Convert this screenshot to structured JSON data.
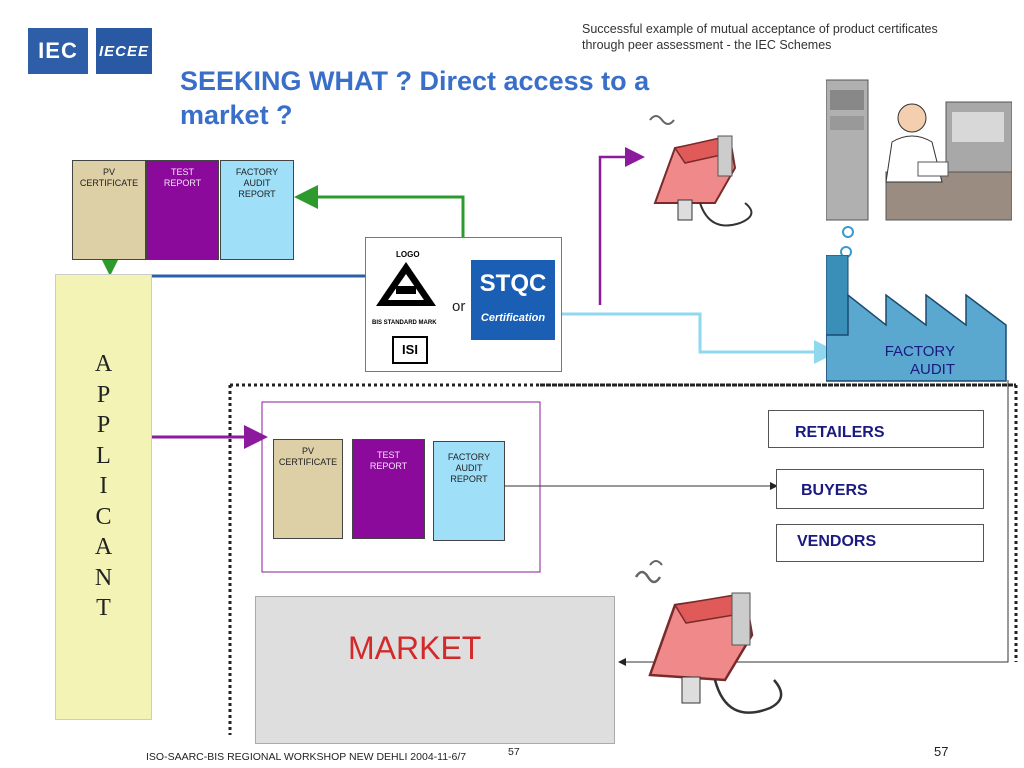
{
  "header": {
    "logo_iec": "IEC",
    "logo_iecee": "IECEE",
    "note_line1": "Successful example of mutual acceptance of product certificates",
    "note_line2": "through peer assessment  - the IEC Schemes",
    "title_line1": "SEEKING WHAT ? Direct access to a",
    "title_line2": "market ?"
  },
  "top_docs": {
    "pv_line1": "PV",
    "pv_line2": "CERTIFICATE",
    "test_line1": "TEST",
    "test_line2": "REPORT",
    "audit_line1": "FACTORY",
    "audit_line2": "AUDIT",
    "audit_line3": "REPORT"
  },
  "marks": {
    "logo_label": "LOGO",
    "bis_caption": "BIS STANDARD MARK",
    "isi_text": "ISI",
    "or_text": "or",
    "stqc_text": "STQC",
    "stqc_cert": "Certification"
  },
  "factory": {
    "label_line1": "FACTORY",
    "label_line2": "AUDIT"
  },
  "applicant": {
    "letters": [
      "A",
      "P",
      "P",
      "L",
      "I",
      "C",
      "A",
      "N",
      "T"
    ]
  },
  "middle_docs": {
    "pv_line1": "PV",
    "pv_line2": "CERTIFICATE",
    "test_line1": "TEST",
    "test_line2": "REPORT",
    "audit_line1": "FACTORY",
    "audit_line2": "AUDIT",
    "audit_line3": "REPORT"
  },
  "right_labels": {
    "retailers": "RETAILERS",
    "buyers": "BUYERS",
    "vendors": "VENDORS"
  },
  "market": {
    "label": "MARKET"
  },
  "footer": {
    "left": "ISO-SAARC-BIS REGIONAL WORKSHOP NEW DEHLI 2004-11-6/7",
    "center_page": "57",
    "right_page": "57"
  },
  "colors": {
    "accent_blue": "#3a6fc9",
    "pv_tan": "#ddcfa6",
    "test_purple": "#8b0a9c",
    "audit_cyan": "#9fdff8",
    "applicant_yellow": "#f2f3b4",
    "market_red": "#d22a2a",
    "arrow_green": "#2d9a2d",
    "arrow_blue": "#2a5faa",
    "arrow_purple": "#8b1a9c",
    "arrow_cyan": "#8fd8f0"
  }
}
